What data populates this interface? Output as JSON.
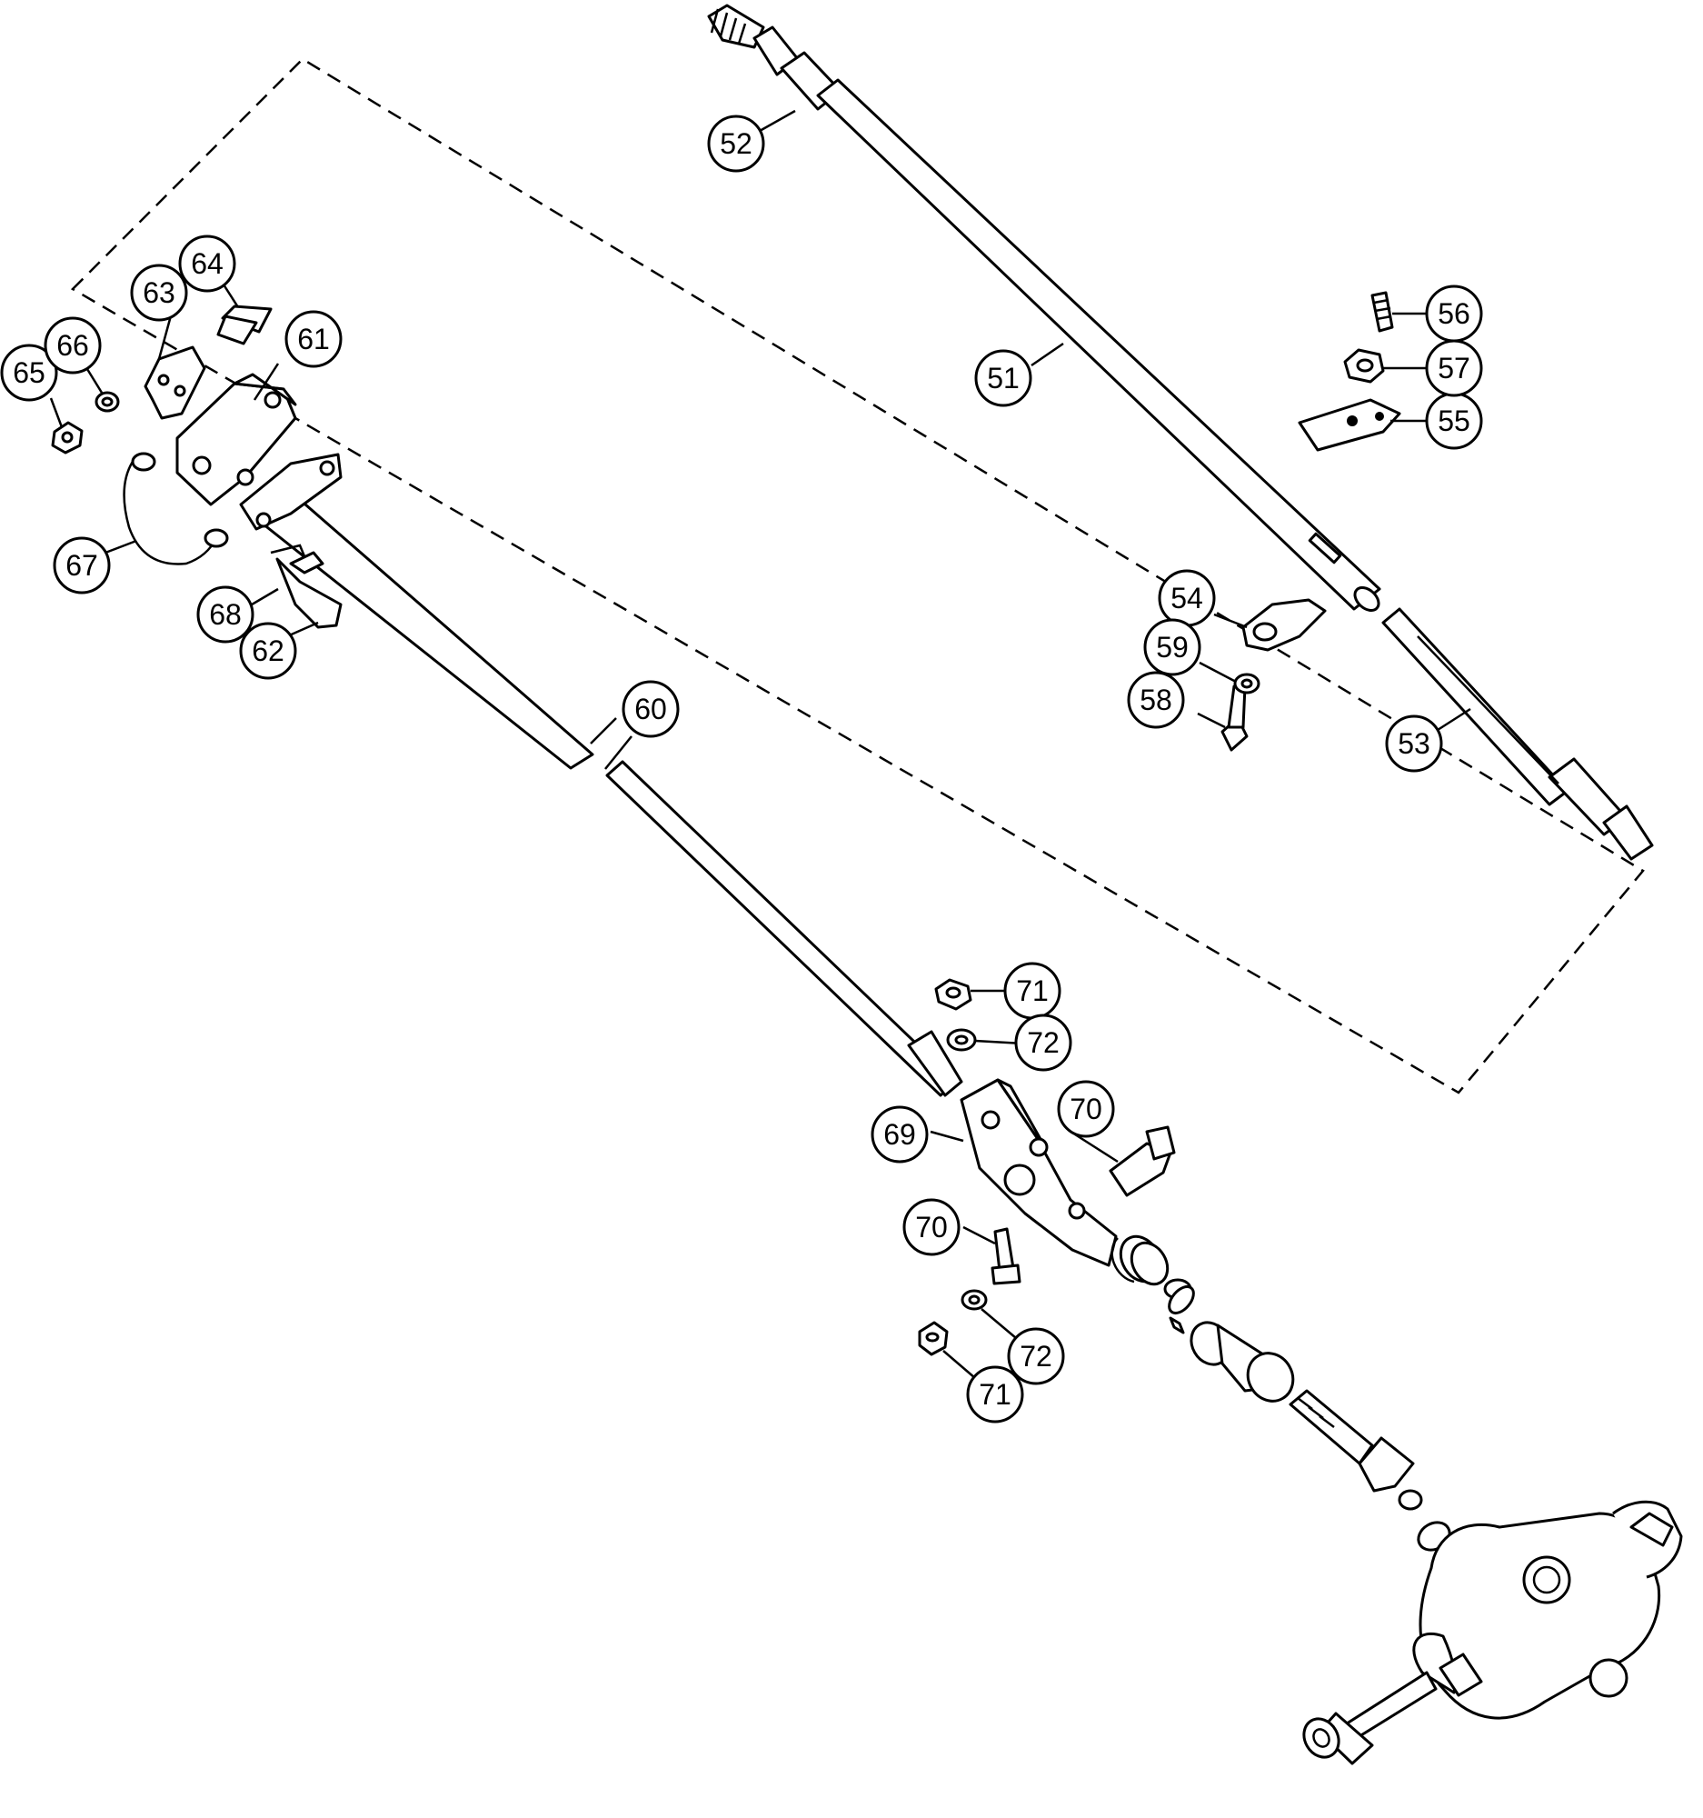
{
  "callouts": {
    "c51": "51",
    "c52": "52",
    "c53": "53",
    "c54": "54",
    "c55": "55",
    "c56": "56",
    "c57": "57",
    "c58": "58",
    "c59": "59",
    "c60": "60",
    "c61": "61",
    "c62": "62",
    "c63": "63",
    "c64": "64",
    "c65": "65",
    "c66": "66",
    "c67": "67",
    "c68": "68",
    "c69": "69",
    "c70a": "70",
    "c70b": "70",
    "c71a": "71",
    "c71b": "71",
    "c72a": "72",
    "c72b": "72"
  }
}
